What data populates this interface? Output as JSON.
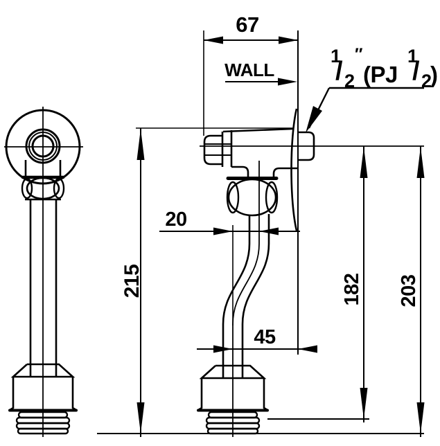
{
  "drawing": {
    "type": "technical-dimension-drawing",
    "subject": "wall-mounted flush valve with down pipe and spreader, front and side views",
    "colors": {
      "line": "#000000",
      "background": "#ffffff"
    },
    "dims": {
      "projection": {
        "value": "67"
      },
      "wall_label": "WALL",
      "pipe_offset": {
        "value": "20"
      },
      "overall_height": {
        "value": "215"
      },
      "outlet_offset": {
        "value": "45"
      },
      "inlet_to_bell": {
        "value": "182"
      },
      "inlet_to_thread_end": {
        "value": "203"
      },
      "fitting_size": {
        "text": "½″(PJ ½)",
        "parts": [
          "1",
          "/",
          "2",
          "″",
          "(PJ",
          "1",
          "/",
          "2",
          ")"
        ]
      }
    }
  }
}
